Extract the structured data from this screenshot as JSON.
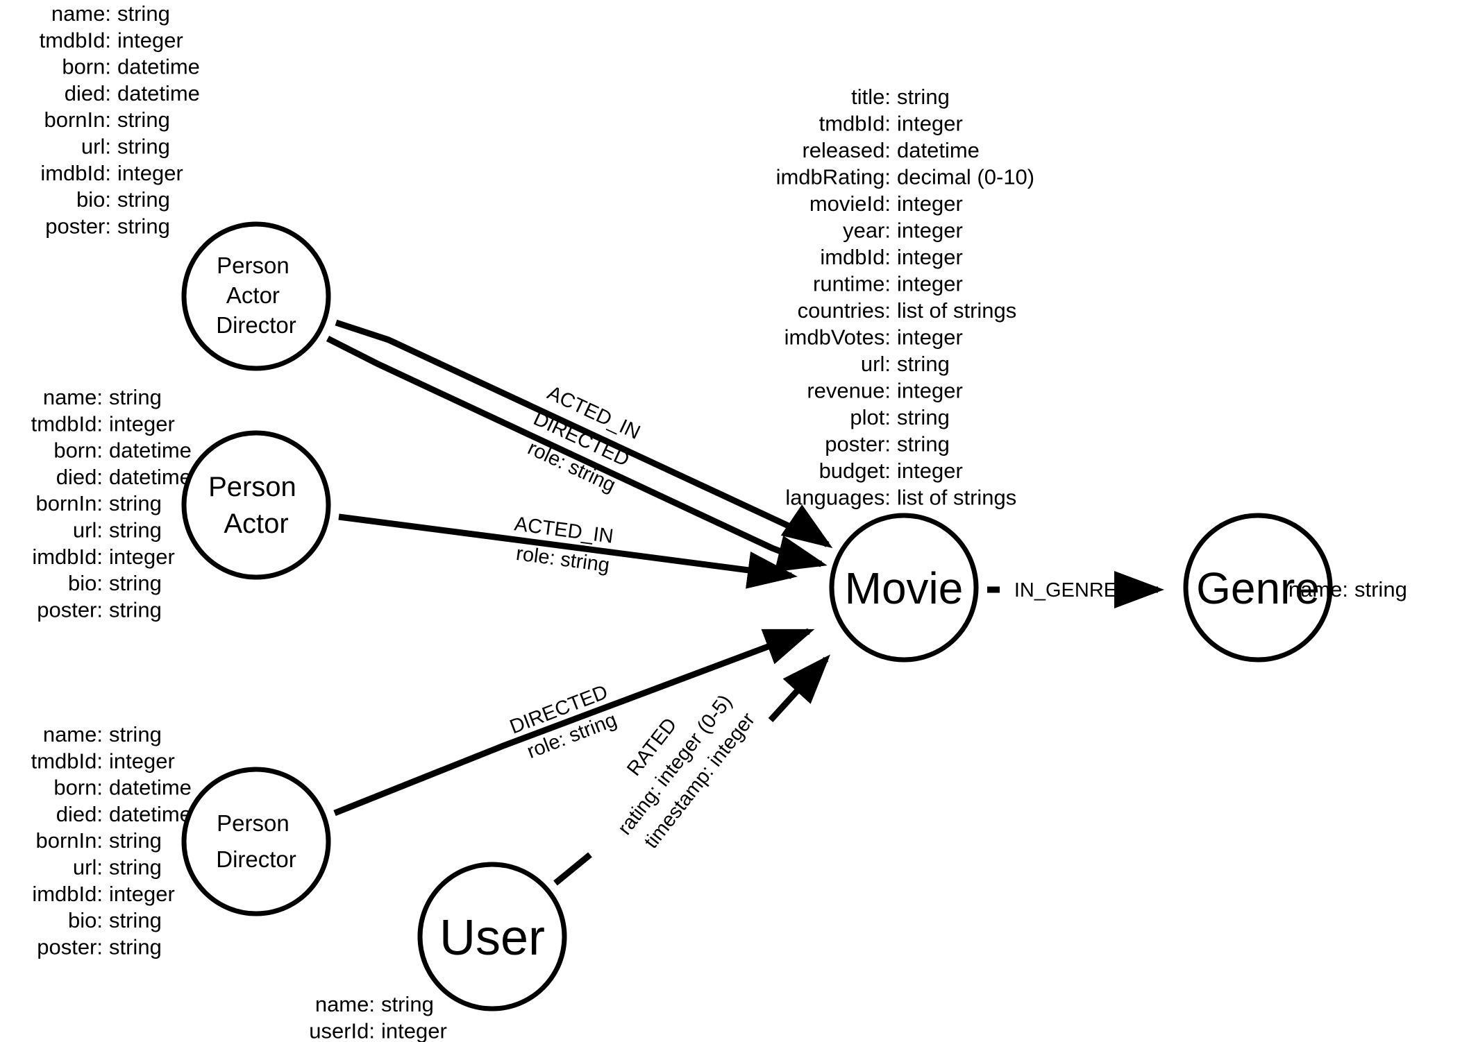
{
  "colors": {
    "stroke": "#000000",
    "background": "#ffffff",
    "text": "#000000"
  },
  "nodes": {
    "person_actor_director": {
      "labels": [
        "Person",
        "Actor",
        "Director"
      ],
      "properties": [
        "name: string",
        "tmdbId: integer",
        "born: datetime",
        "died: datetime",
        "bornIn: string",
        "url: string",
        "imdbId: integer",
        "bio: string",
        "poster: string"
      ]
    },
    "person_actor": {
      "labels": [
        "Person",
        "Actor"
      ],
      "properties": [
        "name: string",
        "tmdbId: integer",
        "born: datetime",
        "died: datetime",
        "bornIn: string",
        "url: string",
        "imdbId: integer",
        "bio: string",
        "poster: string"
      ]
    },
    "person_director": {
      "labels": [
        "Person",
        "Director"
      ],
      "properties": [
        "name: string",
        "tmdbId: integer",
        "born: datetime",
        "died: datetime",
        "bornIn: string",
        "url: string",
        "imdbId: integer",
        "bio: string",
        "poster: string"
      ]
    },
    "user": {
      "labels": [
        "User"
      ],
      "properties": [
        "name: string",
        "userId: integer"
      ]
    },
    "movie": {
      "labels": [
        "Movie"
      ],
      "properties": [
        "title: string",
        "tmdbId: integer",
        "released: datetime",
        "imdbRating: decimal (0-10)",
        "movieId: integer",
        "year: integer",
        "imdbId: integer",
        "runtime: integer",
        "countries: list of strings",
        "imdbVotes: integer",
        "url: string",
        "revenue: integer",
        "plot: string",
        "poster: string",
        "budget: integer",
        "languages: list of strings"
      ]
    },
    "genre": {
      "labels": [
        "Genre"
      ],
      "properties": [
        "name: string"
      ]
    }
  },
  "relationships": {
    "pad_to_movie": {
      "lines": [
        "ACTED_IN",
        "DIRECTED",
        "role: string"
      ]
    },
    "actor_to_movie": {
      "lines": [
        "ACTED_IN",
        "role: string"
      ]
    },
    "director_to_movie": {
      "lines": [
        "DIRECTED",
        "role: string"
      ]
    },
    "user_to_movie": {
      "lines": [
        "RATED",
        "rating: integer (0-5)",
        "timestamp: integer"
      ]
    },
    "movie_to_genre": {
      "lines": [
        "IN_GENRE"
      ]
    }
  }
}
